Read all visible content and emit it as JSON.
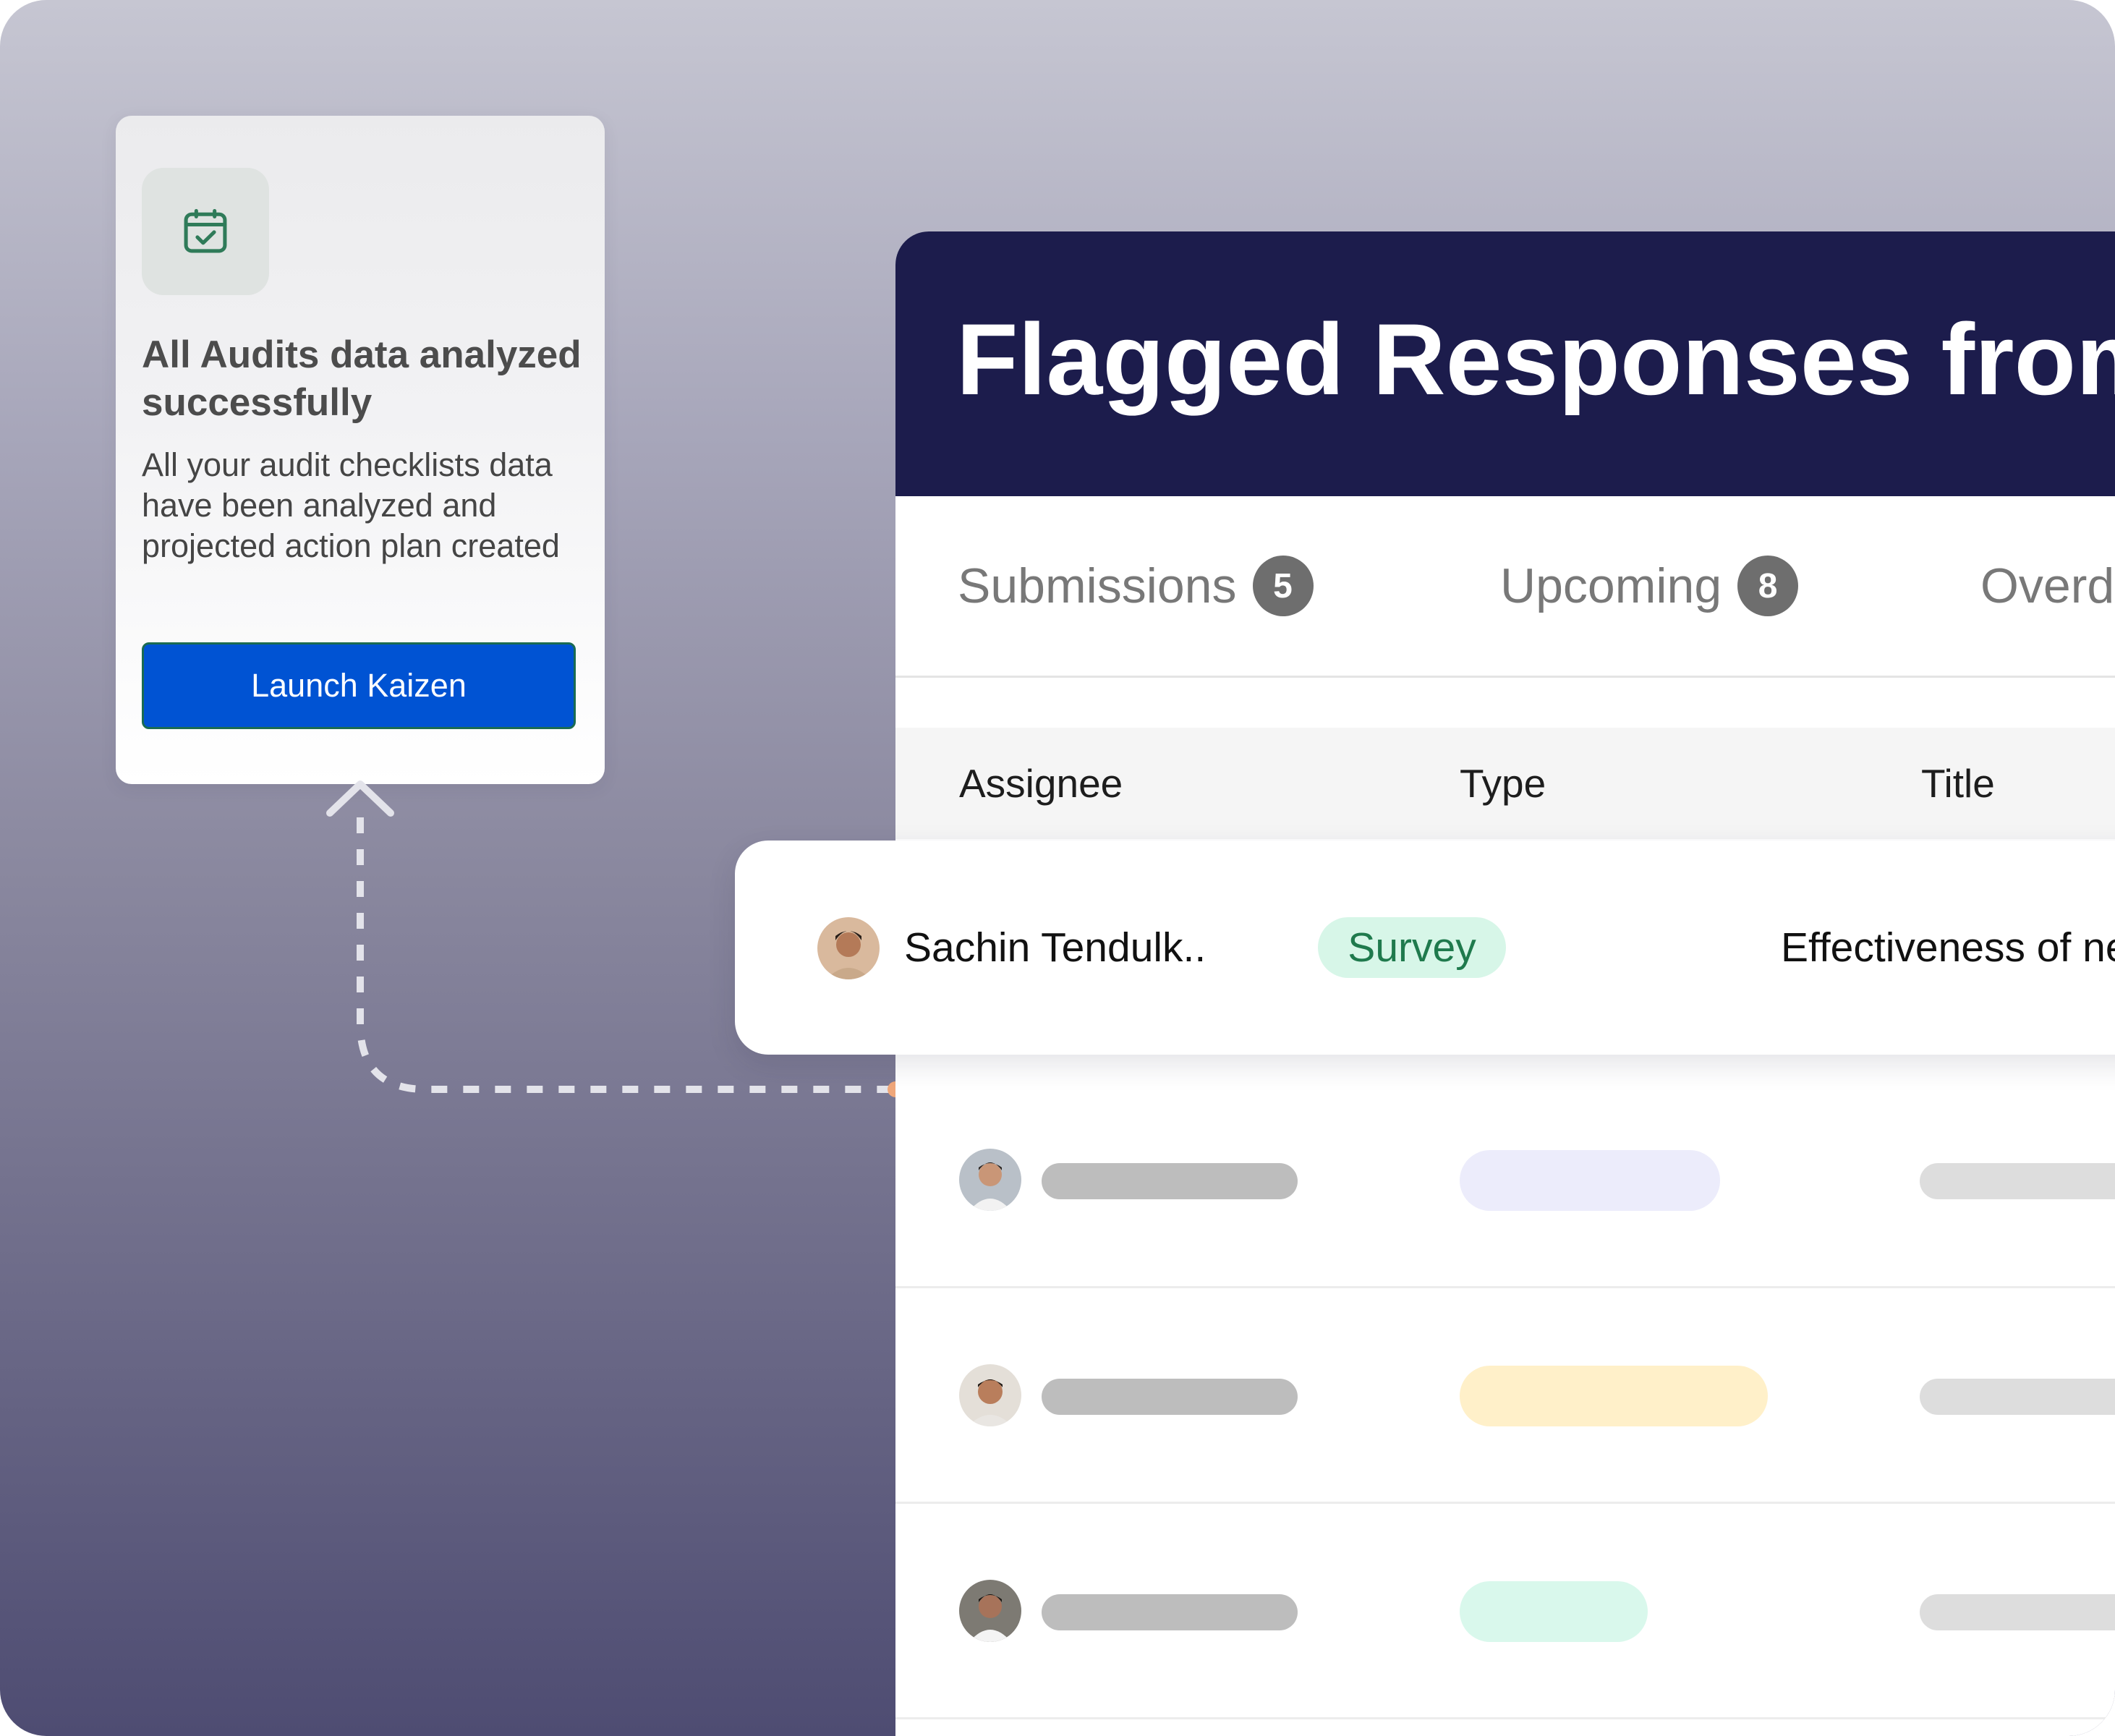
{
  "notification": {
    "title": "All Audits data analyzed successfully",
    "body": "All your audit checklists data have been analyzed and projected action plan created",
    "button_label": "Launch Kaizen",
    "icon": "calendar-check-icon",
    "accent": "#0053d3"
  },
  "panel": {
    "title": "Flagged Responses from",
    "header_color": "#1c1c4c",
    "tabs": [
      {
        "label": "Submissions",
        "count": "5"
      },
      {
        "label": "Upcoming",
        "count": "8"
      },
      {
        "label": "Overd",
        "count": ""
      }
    ],
    "columns": [
      "Assignee",
      "Type",
      "Title"
    ],
    "highlight_row": {
      "assignee": "Sachin Tendulk..",
      "type": "Survey",
      "title": "Effectiveness of ne"
    },
    "placeholder_rows": [
      {
        "type_color": "#ececfb"
      },
      {
        "type_color": "#fff0c9"
      },
      {
        "type_color": "#d9f8ec"
      }
    ]
  }
}
